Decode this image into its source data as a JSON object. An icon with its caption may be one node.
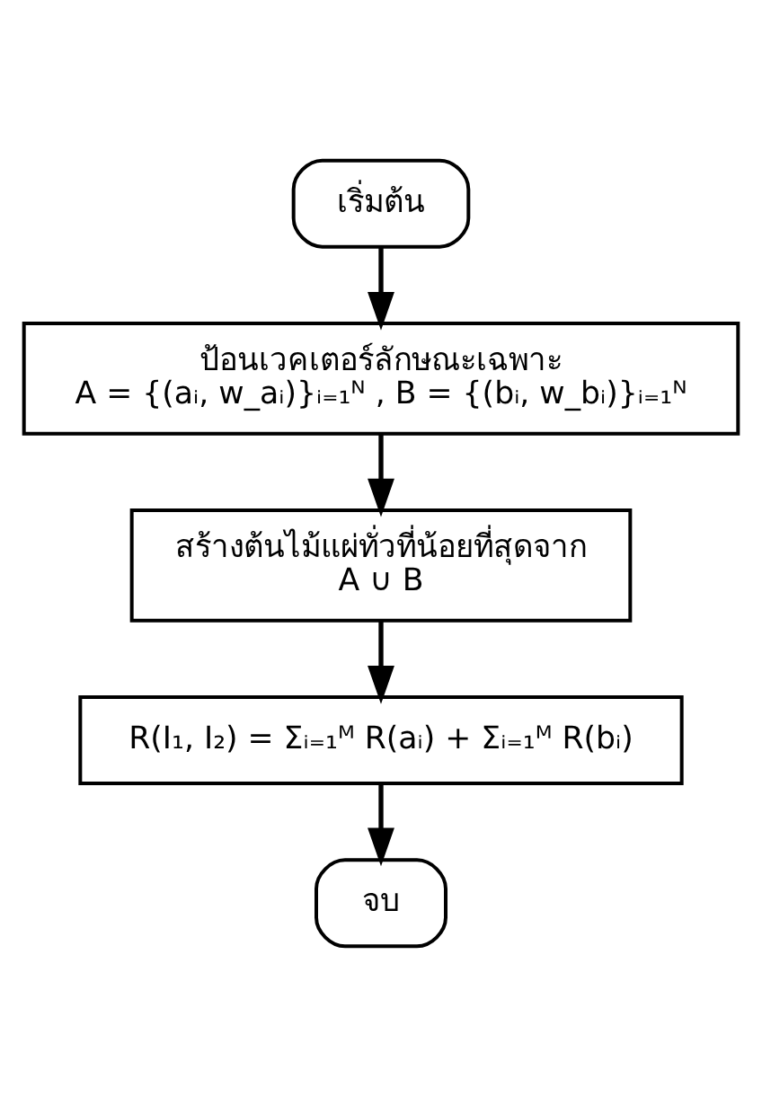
{
  "diagram": {
    "nodes": [
      {
        "text": [
          "เริ่มต้น"
        ]
      },
      {
        "text": [
          "ป้อนเวคเตอร์ลักษณะเฉพาะ",
          "A = {(aᵢ, w_aᵢ)}ᵢ₌₁ᴺ , B = {(bᵢ, w_bᵢ)}ᵢ₌₁ᴺ"
        ]
      },
      {
        "text": [
          "สร้างต้นไม้แผ่ทั่วที่น้อยที่สุดจาก",
          "A ∪ B"
        ]
      },
      {
        "text": [
          "R(I₁, I₂) = Σᵢ₌₁ᴹ R(aᵢ) + Σᵢ₌₁ᴹ R(bᵢ)"
        ]
      },
      {
        "text": [
          "จบ"
        ]
      }
    ],
    "edges": [
      {
        "from": 0,
        "to": 1,
        "arrow": "to"
      },
      {
        "from": 1,
        "to": 2,
        "arrow": "to"
      },
      {
        "from": 2,
        "to": 3,
        "arrow": "to"
      },
      {
        "from": 3,
        "to": 4,
        "arrow": "to"
      }
    ]
  }
}
